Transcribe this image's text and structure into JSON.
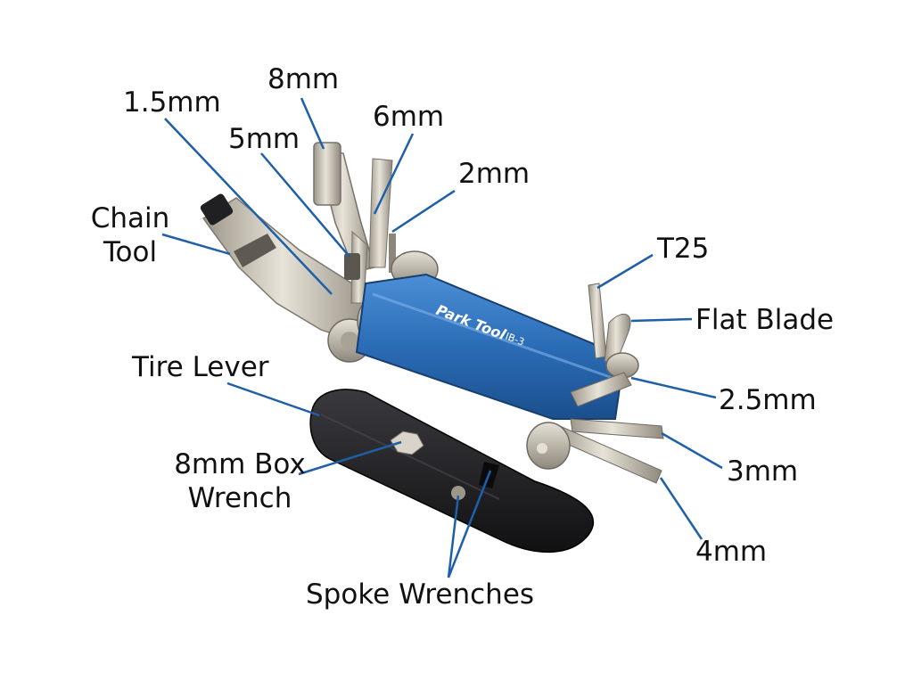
{
  "labels": {
    "chain_tool": "Chain\nTool",
    "mm_1_5": "1.5mm",
    "mm_5": "5mm",
    "mm_8": "8mm",
    "mm_6": "6mm",
    "mm_2": "2mm",
    "t25": "T25",
    "flat_blade": "Flat Blade",
    "mm_2_5": "2.5mm",
    "mm_3": "3mm",
    "mm_4": "4mm",
    "tire_lever": "Tire Lever",
    "box_wrench": "8mm Box\nWrench",
    "spoke_wrenches": "Spoke Wrenches"
  },
  "brand_text": "Park Tool",
  "model_text": "IB-3",
  "colors": {
    "leader": "#1f5fa8",
    "blue_body": "#2d6fb8",
    "steel": "#c9c3b6",
    "black_lever": "#1c1c1e"
  }
}
